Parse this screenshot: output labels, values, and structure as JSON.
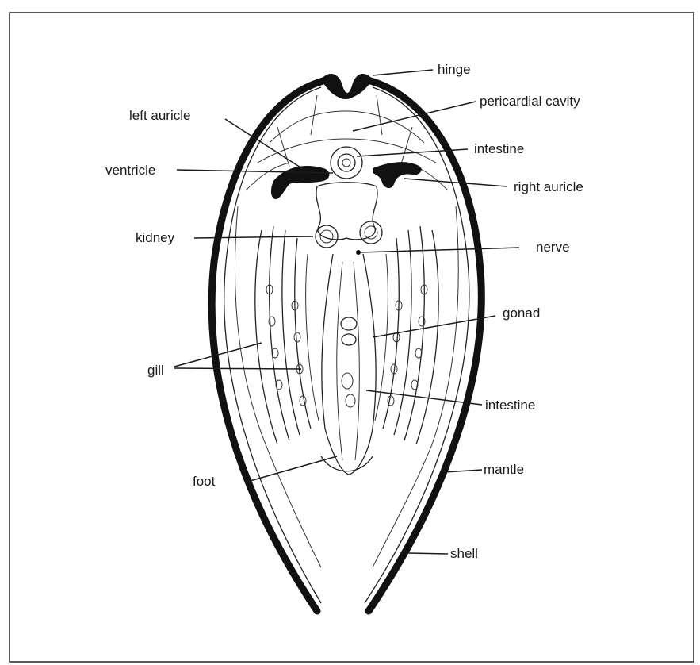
{
  "labels": {
    "hinge": "hinge",
    "pericardial_cavity": "pericardial cavity",
    "left_auricle": "left auricle",
    "intestine_top": "intestine",
    "ventricle": "ventricle",
    "right_auricle": "right auricle",
    "kidney": "kidney",
    "nerve": "nerve",
    "gonad": "gonad",
    "gill": "gill",
    "intestine_bottom": "intestine",
    "foot": "foot",
    "mantle": "mantle",
    "shell": "shell"
  }
}
